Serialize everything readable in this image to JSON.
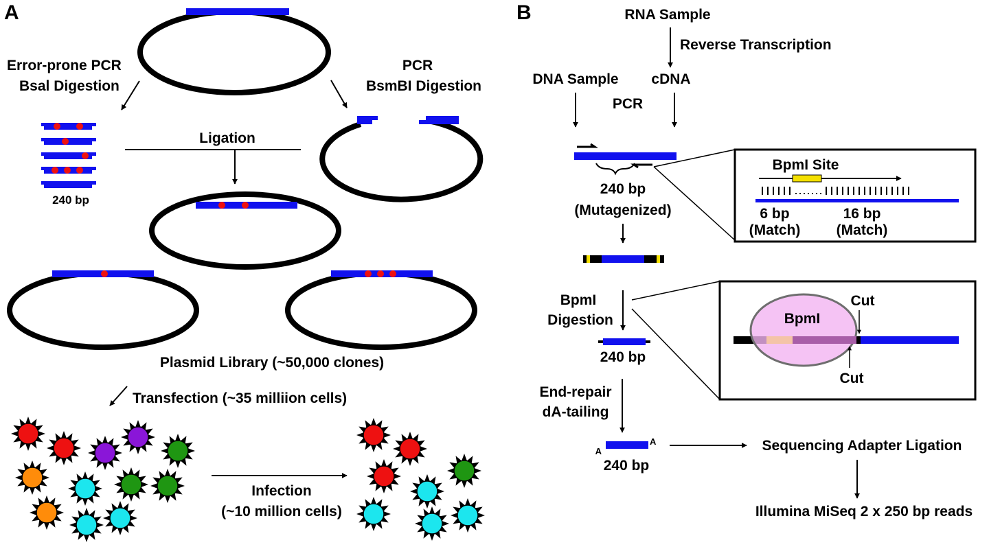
{
  "panel_a": {
    "label": "A",
    "error_prone_line1": "Error-prone PCR",
    "error_prone_line2": "Bsal Digestion",
    "pcr_line1": "PCR",
    "pcr_line2": "BsmBI Digestion",
    "ligation": "Ligation",
    "fragment_size": "240 bp",
    "library": "Plasmid Library (~50,000 clones)",
    "transfection": "Transfection (~35 milliion cells)",
    "infection_line1": "Infection",
    "infection_line2": "(~10 million cells)"
  },
  "panel_b": {
    "label": "B",
    "rna_sample": "RNA Sample",
    "reverse_transcription": "Reverse Transcription",
    "dna_sample": "DNA Sample",
    "cdna": "cDNA",
    "pcr": "PCR",
    "amplicon_line1": "240 bp",
    "amplicon_line2": "(Mutagenized)",
    "inset1": {
      "site": "BpmI Site",
      "left_bp": "6 bp",
      "left_note": "(Match)",
      "right_bp": "16 bp",
      "right_note": "(Match)"
    },
    "digestion_line1": "BpmI",
    "digestion_line2": "Digestion",
    "digested_size": "240 bp",
    "inset2": {
      "enzyme": "BpmI",
      "cut_top": "Cut",
      "cut_bottom": "Cut"
    },
    "end_repair_line1": "End-repair",
    "end_repair_line2": "dA-tailing",
    "a_overhang_left": "A",
    "a_overhang_right": "A",
    "tailed_size": "240 bp",
    "adapter_ligation": "Sequencing Adapter Ligation",
    "sequencing": "Illumina MiSeq 2 x 250 bp reads"
  },
  "colors": {
    "dna": "#1111ee",
    "mutation": "#ee1111",
    "ring": "#000000",
    "adapter_tag": "#f4e000",
    "enzyme_fill": "#f3b4f1",
    "enzyme_stroke": "#6e6e6e",
    "cell_colors": [
      "#ee1111",
      "#8a16d8",
      "#ff8c0a",
      "#1ce6ee",
      "#1f9612"
    ]
  }
}
